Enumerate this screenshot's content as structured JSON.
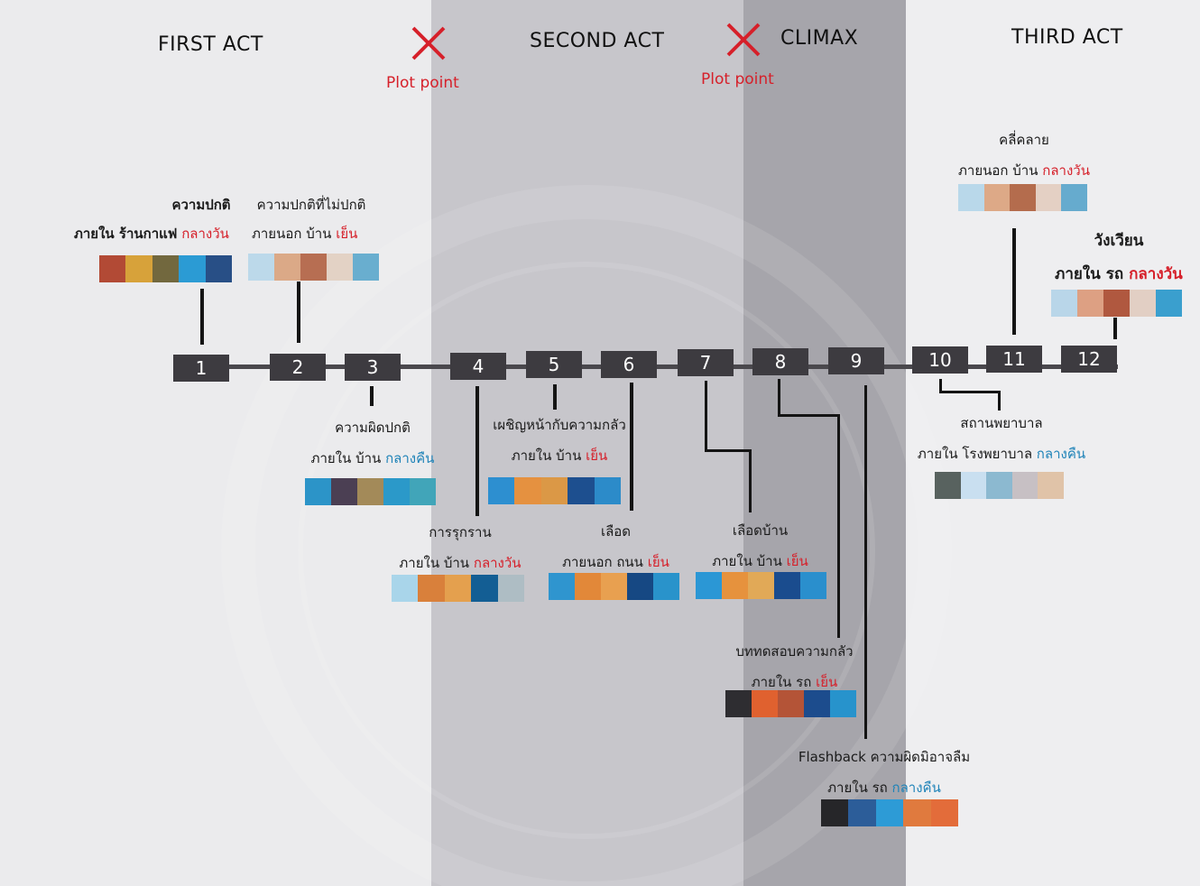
{
  "acts": {
    "first": "FIRST ACT",
    "second": "SECOND ACT",
    "climax": "CLIMAX",
    "third": "THIRD ACT",
    "plot_point_1": "Plot point",
    "plot_point_2": "Plot point"
  },
  "nodes": [
    "1",
    "2",
    "3",
    "4",
    "5",
    "6",
    "7",
    "8",
    "9",
    "10",
    "11",
    "12"
  ],
  "scenes": {
    "s1": {
      "title": "ความปกติ",
      "a": "ภายใน ร้านกาแฟ",
      "b": "กลางวัน",
      "colors": [
        "#b24a35",
        "#d7a23a",
        "#72683e",
        "#2b9bd4",
        "#284f86"
      ]
    },
    "s2": {
      "title": "ความปกติที่ไม่ปกติ",
      "a": "ภายนอก บ้าน",
      "b": "เย็น",
      "colors": [
        "#bcd9ea",
        "#dba987",
        "#b76e52",
        "#e3d2c5",
        "#69aecf"
      ]
    },
    "s3": {
      "title": "ความผิดปกติ",
      "a": "ภายใน บ้าน",
      "b": "กลางคืน",
      "colors": [
        "#2c94c8",
        "#4b3f53",
        "#a38a59",
        "#2b99c9",
        "#41a5b9"
      ]
    },
    "s4": {
      "title": "การรุกราน",
      "a": "ภายใน บ้าน",
      "b": "กลางวัน",
      "colors": [
        "#a9d5ea",
        "#d9803b",
        "#e4a04e",
        "#135e94",
        "#aebdc4"
      ]
    },
    "s5": {
      "title": "เผชิญหน้ากับความกลัว",
      "a": "ภายใน บ้าน",
      "b": "เย็น",
      "colors": [
        "#2d8fd0",
        "#e59140",
        "#db9846",
        "#1d4f8f",
        "#2c8bc9"
      ]
    },
    "s6": {
      "title": "เลือด",
      "a": "ภายนอก ถนน",
      "b": "เย็น",
      "colors": [
        "#2f95cf",
        "#e28839",
        "#e8a050",
        "#164883",
        "#2993cb"
      ]
    },
    "s7": {
      "title": "เลือดบ้าน",
      "a": "ภายใน บ้าน",
      "b": "เย็น",
      "colors": [
        "#2b97d5",
        "#e6923d",
        "#e1a957",
        "#1a4c8e",
        "#2a8fcd"
      ]
    },
    "s8": {
      "title": "บททดสอบความกลัว",
      "a": "ภายใน รถ",
      "b": "เย็น",
      "colors": [
        "#2e2d31",
        "#e0612f",
        "#b45437",
        "#1c4c8d",
        "#2793cc"
      ]
    },
    "s9": {
      "title": "Flashback ความผิดมิอาจลืม",
      "a": "ภายใน รถ",
      "b": "กลางคืน",
      "colors": [
        "#262629",
        "#2c5d99",
        "#2d9bd6",
        "#e07a3e",
        "#e36c3a"
      ]
    },
    "s10": {
      "title": "สถานพยาบาล",
      "a": "ภายใน โรงพยาบาล",
      "b": "กลางคืน",
      "colors": [
        "#58625f",
        "#c9dff0",
        "#8cb9d0",
        "#c7c0c4",
        "#e0c3a8"
      ]
    },
    "s11": {
      "title": "คลี่คลาย",
      "a": "ภายนอก บ้าน",
      "b": "กลางวัน",
      "colors": [
        "#b9d8ea",
        "#dda987",
        "#b46c4d",
        "#e4d0c4",
        "#66abce"
      ]
    },
    "s12": {
      "title": "วังเวียน",
      "a": "ภายใน รถ",
      "b": "กลางวัน",
      "colors": [
        "#b9d6e9",
        "#dda083",
        "#b0583f",
        "#e2cfc4",
        "#3a9fce"
      ]
    }
  }
}
